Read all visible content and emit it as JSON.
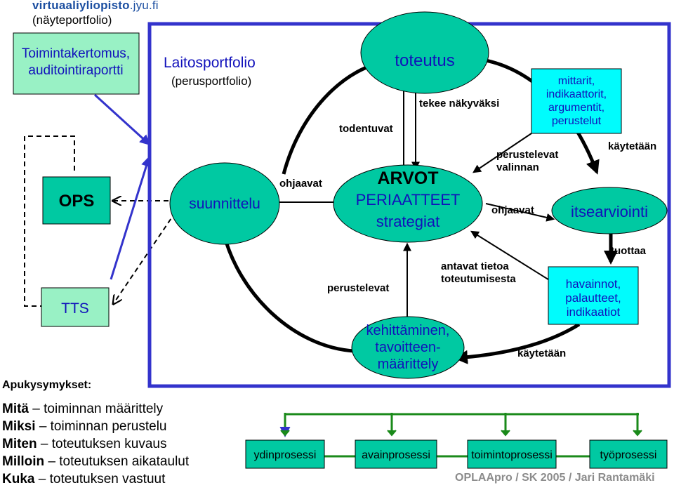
{
  "header": {
    "logo_text_main": "virtuaaliyliopisto",
    "logo_text_domain": ".jyu.fi",
    "subtitle": "(näyteportfolio)"
  },
  "left_boxes": {
    "toimintakertomus": "Toimintakertomus, auditointiraportti",
    "ops": "OPS",
    "tts": "TTS"
  },
  "frame": {
    "title": "Laitosportfolio",
    "subtitle": "(perusportfolio)"
  },
  "nodes": {
    "suunnittelu": "suunnittelu",
    "toteutus": "toteutus",
    "arvot_line1": "ARVOT",
    "arvot_line2": "PERIAATTEET",
    "arvot_line3": "strategiat",
    "mittarit": [
      "mittarit,",
      "indikaattorit,",
      "argumentit,",
      "perustelut"
    ],
    "itsearviointi": "itsearviointi",
    "havainnot": [
      "havainnot,",
      "palautteet,",
      "indikaatiot"
    ],
    "kehittaminen": [
      "kehittäminen,",
      "tavoitteen-",
      "määrittely"
    ]
  },
  "edge_labels": {
    "ohjaavat_left": "ohjaavat",
    "todentuvat": "todentuvat",
    "tekee_nakyvaksi": "tekee näkyväksi",
    "perustelevat_valinnan": [
      "perustelevat",
      "valinnan"
    ],
    "kaytetaan_top": "käytetään",
    "ohjaavat_right": "ohjaavat",
    "tuottaa": "tuottaa",
    "antavat_tietoa": [
      "antavat tietoa",
      "toteutumisesta"
    ],
    "perustelevat": "perustelevat",
    "kaytetaan_bottom": "käytetään"
  },
  "help": {
    "title": "Apukysymykset:",
    "items": [
      {
        "key": "Mitä",
        "text": "– toiminnan määrittely"
      },
      {
        "key": "Miksi",
        "text": "– toiminnan perustelu"
      },
      {
        "key": "Miten",
        "text": "– toteutuksen kuvaus"
      },
      {
        "key": "Milloin",
        "text": "– toteutuksen aikataulut"
      },
      {
        "key": "Kuka",
        "text": "– toteutuksen vastuut"
      }
    ]
  },
  "processes": [
    "ydinprosessi",
    "avainprosessi",
    "toimintoprosessi",
    "työprosessi"
  ],
  "footer": "OPLAApro / SK 2005 / Jari Rantamäki",
  "colors": {
    "green_box": "#99f1c5",
    "ellipse": "#00c9a2",
    "cyan_box": "#00fcfd",
    "frame_blue": "#3333cc",
    "tree_green": "#1a8a1a",
    "logo_blue": "#1c4fa1"
  }
}
